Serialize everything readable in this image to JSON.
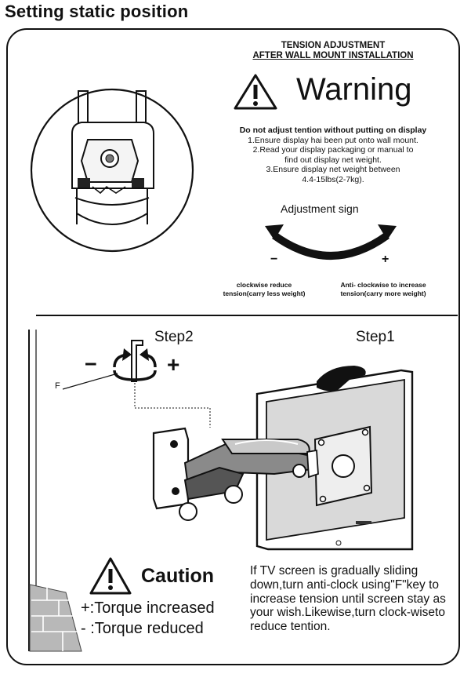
{
  "page_title": "Setting static position",
  "tension_heading": {
    "line1": "TENSION ADJUSTMENT",
    "line2": "AFTER WALL MOUNT INSTALLATION"
  },
  "warning": {
    "title": "Warning",
    "icon": "warning-triangle-icon",
    "bold_line": "Do not adjust tention without putting on display",
    "items": [
      "1.Ensure display hai been put onto wall mount.",
      "2.Read your display packaging or manual to",
      "find out display net weight.",
      "3.Ensure display net weight between",
      "4.4-15lbs(2-7kg)."
    ]
  },
  "adjustment": {
    "label": "Adjustment sign",
    "minus": "−",
    "plus": "+",
    "clockwise_line1": "clockwise reduce",
    "clockwise_line2": "tension(carry less weight)",
    "anticlockwise_line1": "Anti- clockwise to increase",
    "anticlockwise_line2": "tension(carry more weight)"
  },
  "steps": {
    "step2": "Step2",
    "step1": "Step1",
    "minus": "−",
    "plus": "+",
    "key_label": "F"
  },
  "caution": {
    "title": "Caution",
    "icon": "caution-triangle-icon",
    "torque_increased": "+:Torque increased",
    "torque_reduced": "- :Torque reduced",
    "instructions": "If TV screen is gradually sliding down,turn anti-clock using\"F\"key to increase tension until screen stay as your wish.Likewise,turn clock-wiseto reduce tention."
  },
  "colors": {
    "ink": "#111111",
    "monitor_screen": "#d9d9d9",
    "arm_shade": "#8a8a8a",
    "brick": "#b8b8b8"
  }
}
